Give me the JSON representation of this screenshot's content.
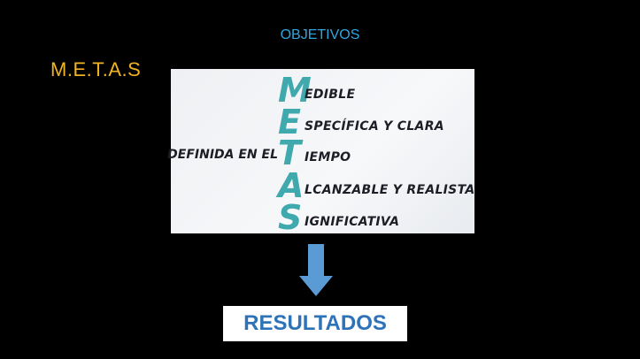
{
  "slide": {
    "title": "OBJETIVOS",
    "acronym_label": "M.E.T.A.S",
    "card": {
      "rows": [
        {
          "letter": "M",
          "rest": "EDIBLE"
        },
        {
          "letter": "E",
          "rest": "SPECÍFICA Y CLARA"
        },
        {
          "prefix": "DEFINIDA EN EL",
          "letter": "T",
          "rest": "IEMPO"
        },
        {
          "letter": "A",
          "rest": "LCANZABLE Y REALISTA"
        },
        {
          "letter": "S",
          "rest": "IGNIFICATIVA"
        }
      ]
    },
    "arrow_icon": "arrow-down-icon",
    "result_label": "RESULTADOS",
    "colors": {
      "title": "#2fa6e0",
      "acronym": "#f0b323",
      "letters": "#3fa9ad",
      "arrow": "#5b9bd5",
      "result_text": "#2e73b8"
    }
  }
}
